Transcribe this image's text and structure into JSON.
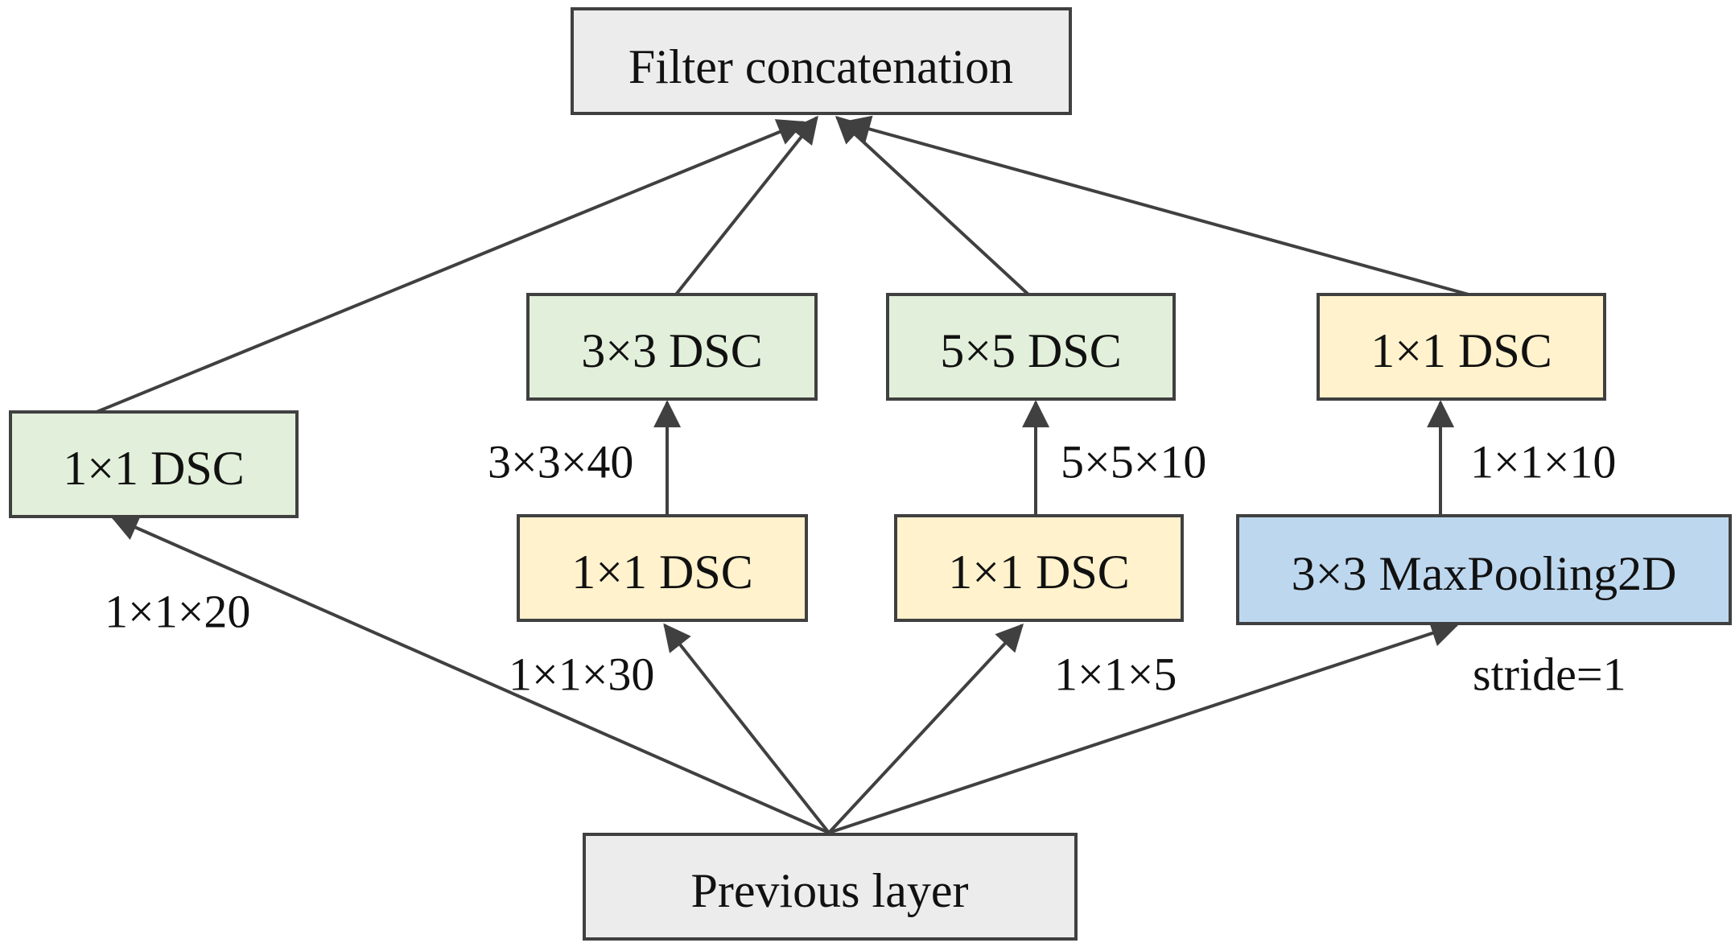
{
  "colors": {
    "gray": "#ececec",
    "green": "#e2efda",
    "yellow": "#fff2cc",
    "blue": "#bdd7ee",
    "stroke": "#404040",
    "text": "#111111"
  },
  "nodes": {
    "filter_concat": "Filter concatenation",
    "previous_layer": "Previous layer",
    "branch1_dsc": "1×1 DSC",
    "branch2_reduce": "1×1 DSC",
    "branch2_dsc": "3×3 DSC",
    "branch3_reduce": "1×1 DSC",
    "branch3_dsc": "5×5 DSC",
    "branch4_pool": "3×3 MaxPooling2D",
    "branch4_dsc": "1×1 DSC"
  },
  "labels": {
    "branch1_input": "1×1×20",
    "branch2_input": "1×1×30",
    "branch2_mid": "3×3×40",
    "branch3_input": "1×1×5",
    "branch3_mid": "5×5×10",
    "branch4_input": "stride=1",
    "branch4_mid": "1×1×10"
  }
}
